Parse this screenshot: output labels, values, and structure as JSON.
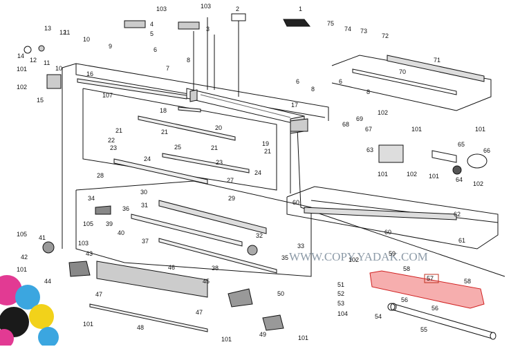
{
  "watermark": "WWW.COPY.YADAK.COM",
  "highlight": {
    "part": "57",
    "color": "#f4a0a0",
    "stroke": "#d02020"
  },
  "labels": {
    "l103a": "103",
    "l4": "4",
    "l5": "5",
    "l103b": "103",
    "l3": "3",
    "l2": "2",
    "l1": "1",
    "l13": "13",
    "l12a": "12",
    "l10a": "10",
    "l14": "14",
    "l12b": "12",
    "l11a": "11",
    "l11b": "11",
    "l10b": "10",
    "l9": "9",
    "l6a": "6",
    "l8a": "8",
    "l7": "7",
    "l75": "75",
    "l74": "74",
    "l73": "73",
    "l72": "72",
    "l71": "71",
    "l70": "70",
    "l101a": "101",
    "l102a": "102",
    "l15": "15",
    "l16": "16",
    "l107": "107",
    "l18": "18",
    "l20": "20",
    "l17": "17",
    "l6b": "6",
    "l8b": "8",
    "l6c": "6",
    "l8c": "8",
    "l102b": "102",
    "l68": "68",
    "l69": "69",
    "l67": "67",
    "l21a": "21",
    "l21b": "21",
    "l22": "22",
    "l23a": "23",
    "l24a": "24",
    "l25": "25",
    "l19": "19",
    "l21c": "21",
    "l21d": "21",
    "l23b": "23",
    "l24b": "24",
    "l28": "28",
    "l27": "27",
    "l101b": "101",
    "l101c": "101",
    "l63": "63",
    "l65": "65",
    "l66": "66",
    "l101d": "101",
    "l102c": "102",
    "l101e": "101",
    "l64": "64",
    "l102d": "102",
    "l30": "30",
    "l29": "29",
    "l34": "34",
    "l36": "36",
    "l31": "31",
    "l60a": "60",
    "l62": "62",
    "l60b": "60",
    "l61": "61",
    "l59": "59",
    "l105a": "105",
    "l41": "41",
    "l105b": "105",
    "l39": "39",
    "l103c": "103",
    "l40": "40",
    "l37": "37",
    "l32": "32",
    "l33": "33",
    "l35": "35",
    "l102e": "102",
    "l42": "42",
    "l43": "43",
    "l101f": "101",
    "l44": "44",
    "l46": "46",
    "l38": "38",
    "l45": "45",
    "l58a": "58",
    "l57": "57",
    "l58b": "58",
    "l47a": "47",
    "l50": "50",
    "l51": "51",
    "l52": "52",
    "l53": "53",
    "l104": "104",
    "l56a": "56",
    "l56b": "56",
    "l54": "54",
    "l55": "55",
    "l101g": "101",
    "l48": "48",
    "l47b": "47",
    "l49": "49",
    "l101h": "101",
    "l101i": "101"
  }
}
